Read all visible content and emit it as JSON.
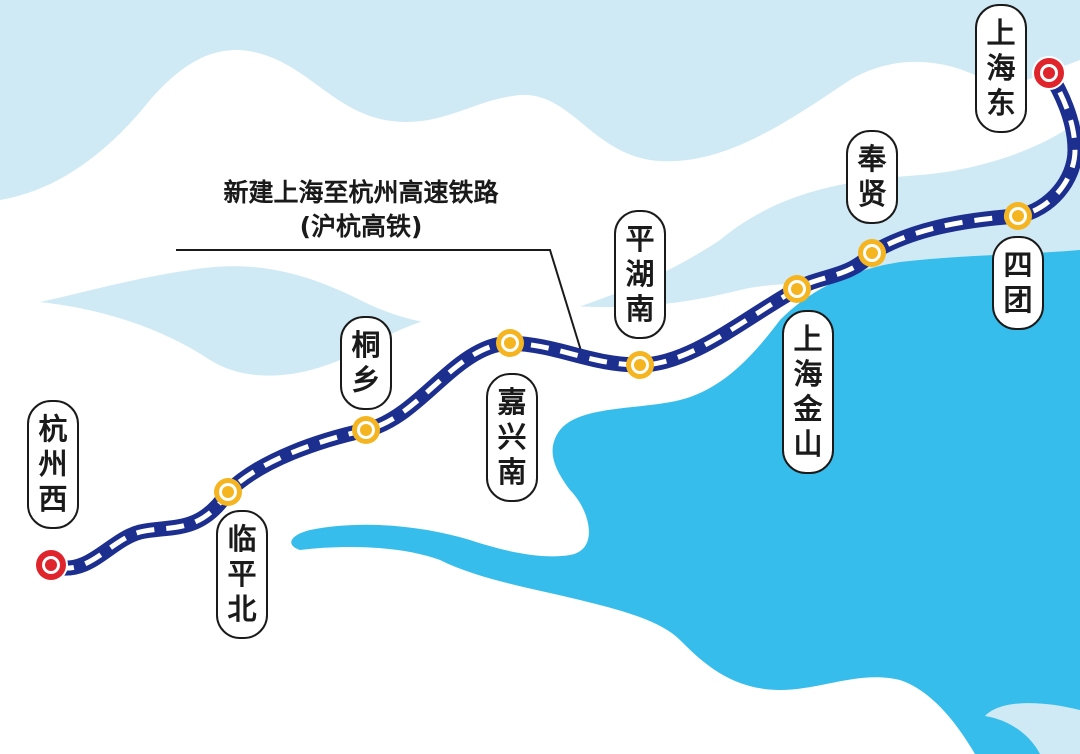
{
  "route": {
    "name": "新建上海至杭州高速铁路",
    "short_name": "(沪杭高铁)",
    "line_color": "#1c2f8f",
    "dash_color": "#ffffff"
  },
  "colors": {
    "land": "#ffffff",
    "light_water": "#cfeaf5",
    "sea": "#37bdeb",
    "terminal_station": "#e0242c",
    "intermediate_station": "#f5b521"
  },
  "stations": [
    {
      "id": "hangzhou-west",
      "name": "杭州西",
      "type": "terminal"
    },
    {
      "id": "linping-north",
      "name": "临平北",
      "type": "intermediate"
    },
    {
      "id": "tongxiang",
      "name": "桐乡",
      "type": "intermediate"
    },
    {
      "id": "jiaxing-south",
      "name": "嘉兴南",
      "type": "intermediate"
    },
    {
      "id": "pinghu-south",
      "name": "平湖南",
      "type": "intermediate"
    },
    {
      "id": "shanghai-jinshan",
      "name": "上海金山",
      "type": "intermediate"
    },
    {
      "id": "fengxian",
      "name": "奉贤",
      "type": "intermediate"
    },
    {
      "id": "situan",
      "name": "四团",
      "type": "intermediate"
    },
    {
      "id": "shanghai-east",
      "name": "上海东",
      "type": "terminal"
    }
  ]
}
